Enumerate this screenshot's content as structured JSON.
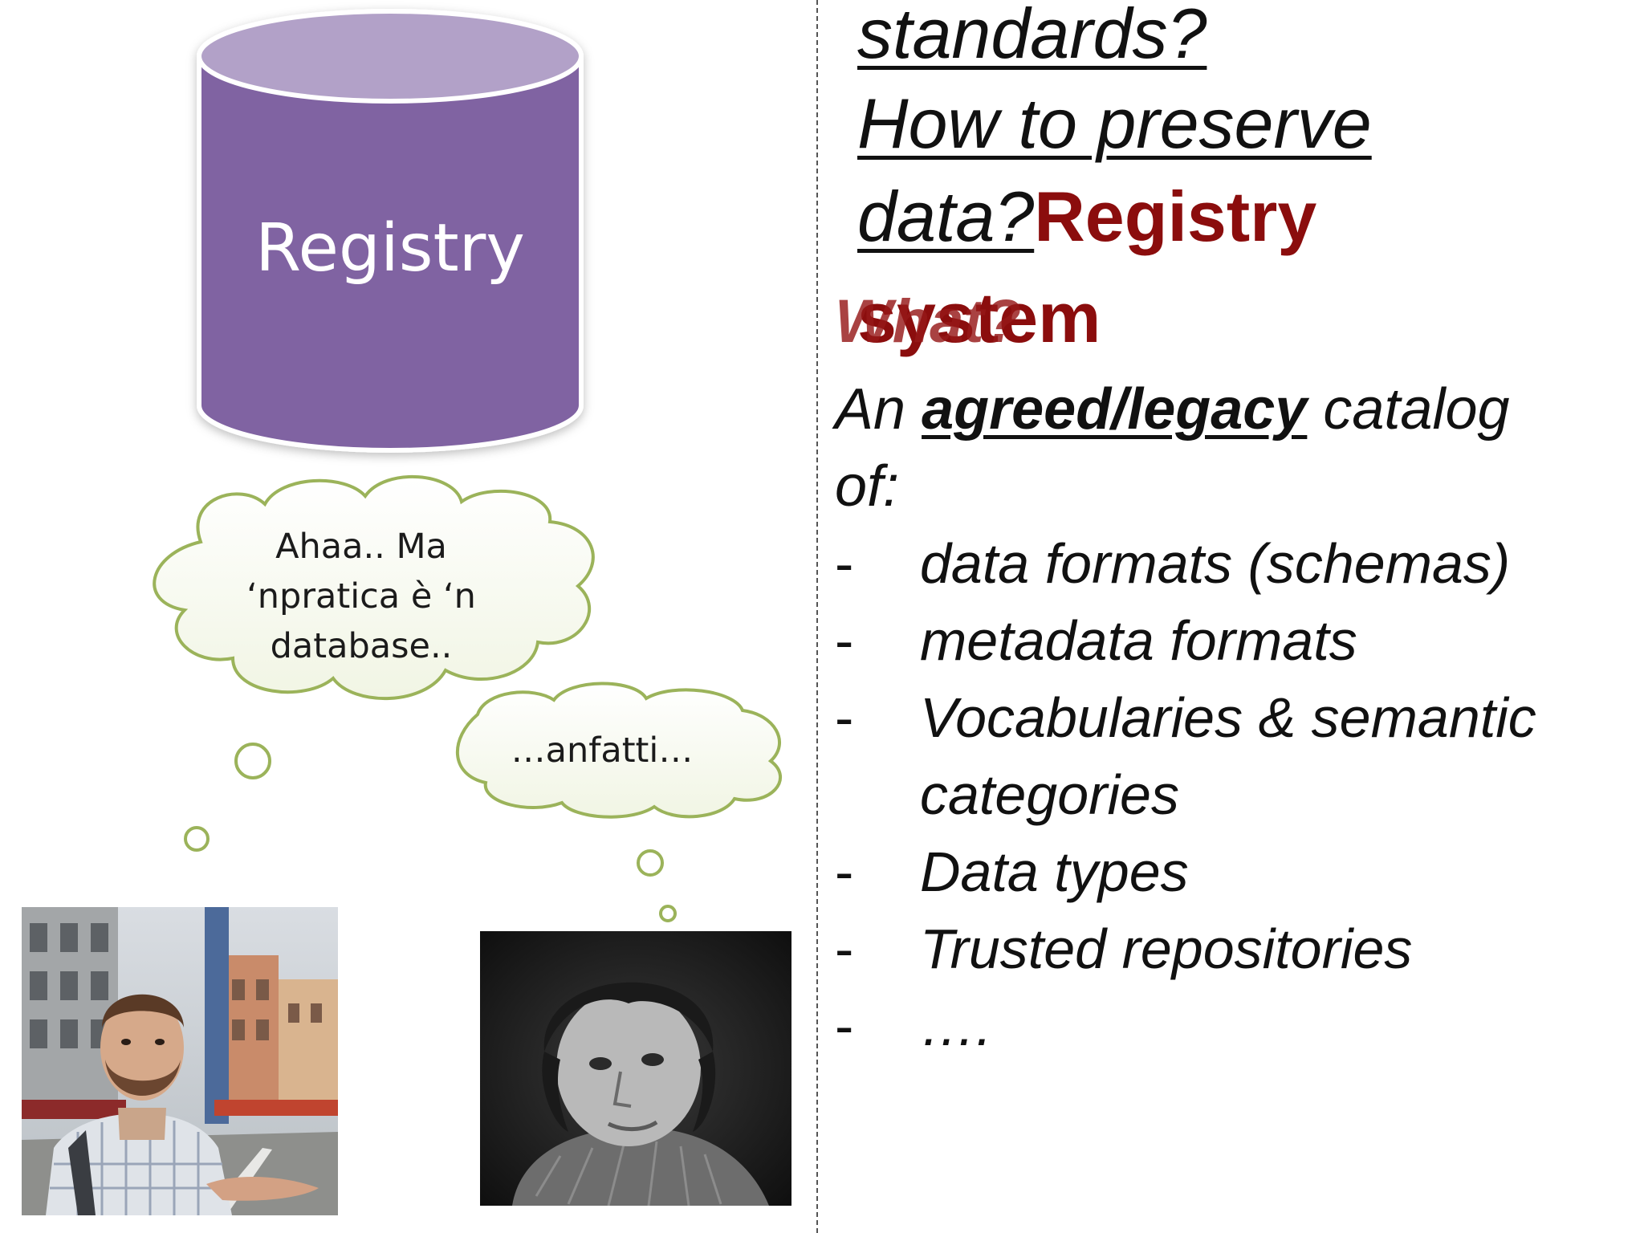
{
  "cylinder": {
    "label": "Registry",
    "colors": {
      "body": "#8064a2",
      "top": "#b2a1c8"
    }
  },
  "bubbles": [
    {
      "lines": [
        "Ahaa.. Ma",
        "‘npratica è ‘n",
        "database.."
      ]
    },
    {
      "text": "…anfatti…"
    }
  ],
  "right": {
    "question_line1": "standards?",
    "question_line2": "How to preserve",
    "question_line3": "data?",
    "title_part1": "Registry",
    "title_part2": "system",
    "what_heading": "What?",
    "desc_prefix": "An ",
    "desc_emphasis": "agreed/legacy",
    "desc_suffix": " catalog",
    "desc_line2": "of:",
    "dash": "-",
    "catalog_items": [
      "data formats (schemas)",
      "metadata formats",
      "Vocabularies & semantic",
      "categories",
      "Data types",
      "Trusted repositories",
      "…."
    ]
  },
  "colors": {
    "title_red": "#8b0d0d",
    "cloud_stroke": "#9bb35a"
  }
}
